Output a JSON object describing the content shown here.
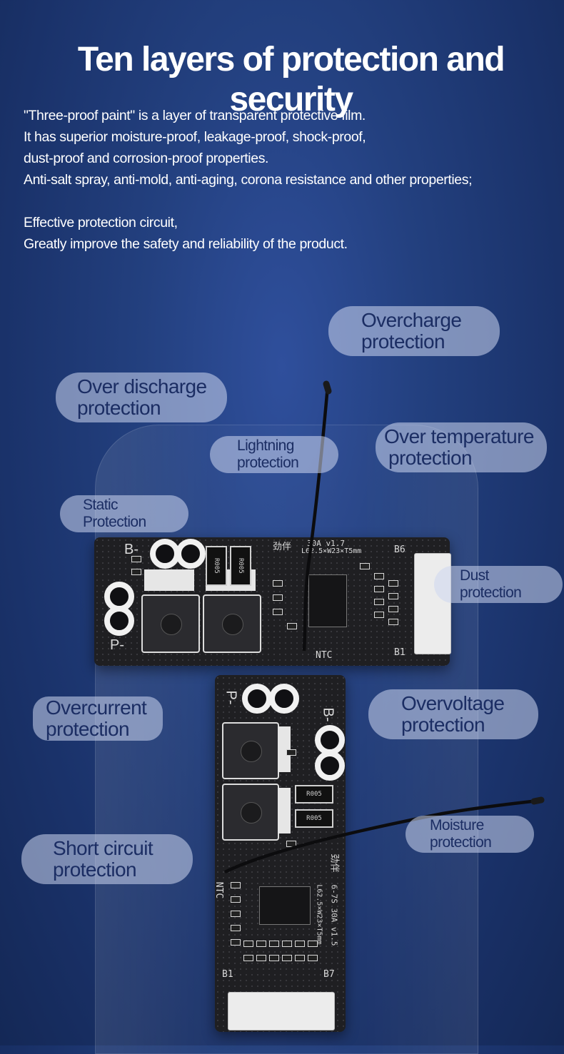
{
  "title": "Ten layers of protection and security",
  "intro": [
    "\"Three-proof paint\" is a layer of transparent protective film.",
    "It has superior moisture-proof, leakage-proof, shock-proof,",
    "dust-proof and corrosion-proof properties.",
    "Anti-salt spray, anti-mold, anti-aging, corona resistance and other properties;"
  ],
  "intro2": [
    "Effective protection circuit,",
    "Greatly improve the safety and reliability of the product."
  ],
  "labels": {
    "overcharge": [
      "Overcharge",
      "protection"
    ],
    "over_discharge": [
      "Over discharge",
      "protection"
    ],
    "lightning": [
      "Lightning",
      "protection"
    ],
    "over_temperature": [
      "Over temperature",
      "protection"
    ],
    "static": [
      "Static",
      "Protection"
    ],
    "dust": [
      "Dust",
      "protection"
    ],
    "overcurrent": [
      "Overcurrent",
      "protection"
    ],
    "overvoltage": [
      "Overvoltage",
      "protection"
    ],
    "moisture": [
      "Moisture",
      "protection"
    ],
    "short_circuit": [
      "Short circuit",
      "protection"
    ]
  },
  "board1": {
    "b_minus": "B-",
    "p_minus": "P-",
    "b6": "B6",
    "b1": "B1",
    "ntc": "NTC",
    "model": "30A v1.7",
    "size": "L62.5×W23×T5mm",
    "r1": "R005",
    "r2": "R005",
    "logo": "劲伴"
  },
  "board2": {
    "p_minus": "P-",
    "b_minus": "B-",
    "b1": "B1",
    "b7": "B7",
    "ntc": "NTC",
    "r1": "R005",
    "r2": "R005",
    "model": "6-7S 30A v1.5",
    "size": "L62.5×W23×T5mm",
    "logo": "劲伴"
  }
}
